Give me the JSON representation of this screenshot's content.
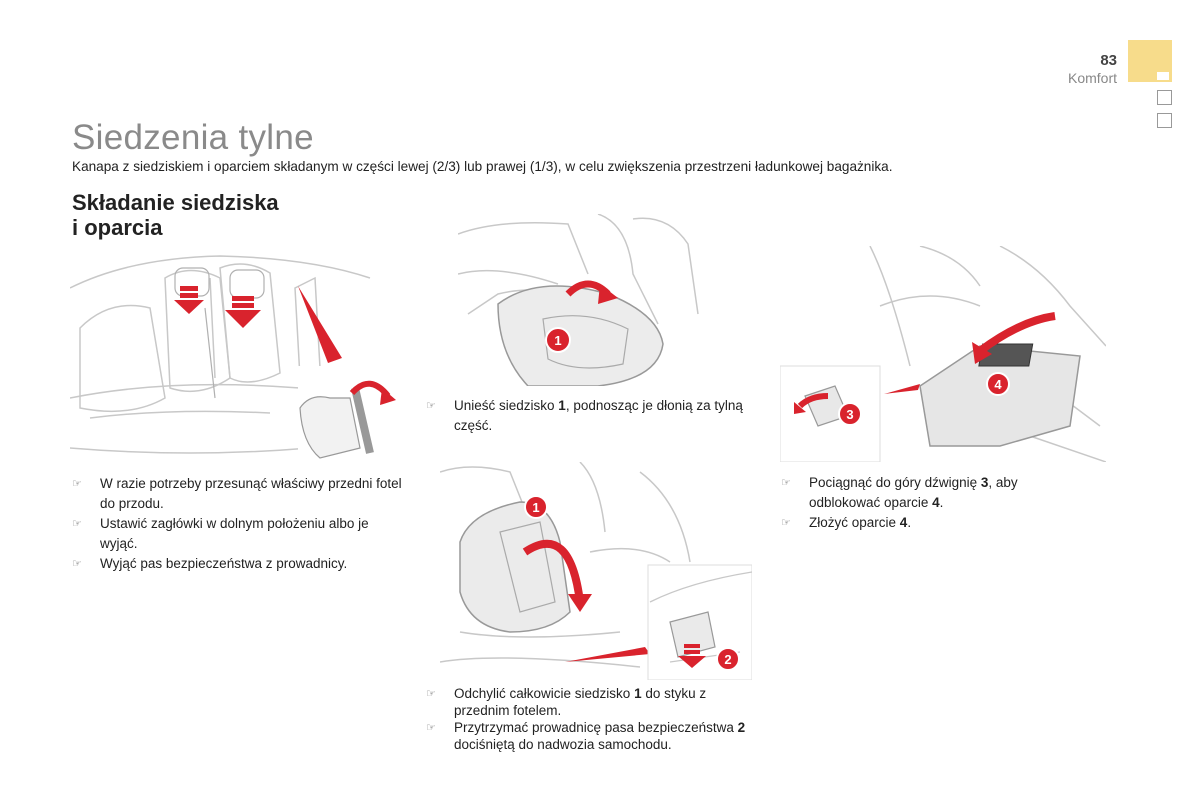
{
  "header": {
    "page_number": "83",
    "section": "Komfort"
  },
  "colors": {
    "tab_accent": "#f7dc8b",
    "title_gray": "#8a8a8a",
    "arrow_red": "#d9232d"
  },
  "title": "Siedzenia tylne",
  "intro": "Kanapa z siedziskiem i oparciem składanym w części lewej (2/3) lub prawej (1/3), w celu zwiększenia przestrzeni ładunkowej bagażnika.",
  "subtitle": {
    "line1": "Składanie siedziska",
    "line2": "i oparcia"
  },
  "bullet_icon": "pointing-hand-icon",
  "bullet_glyph": "☞",
  "left_steps": [
    "W razie potrzeby przesunąć właściwy przedni fotel do przodu.",
    "Ustawić zagłówki w dolnym położeniu albo je wyjąć.",
    "Wyjąć pas bezpieczeństwa z prowadnicy."
  ],
  "middle_top_step": {
    "before": "Unieść siedzisko ",
    "bold": "1",
    "after": ", podnosząc je dłonią za tylną część."
  },
  "middle_bottom_steps": [
    {
      "before": "Odchylić całkowicie siedzisko ",
      "bold": "1",
      "after": " do styku z przednim fotelem."
    },
    {
      "before": "Przytrzymać prowadnicę pasa bezpieczeństwa ",
      "bold": "2",
      "after": " dociśniętą do nadwozia samochodu."
    }
  ],
  "right_steps": [
    {
      "before": "Pociągnąć do góry dźwignię ",
      "bold": "3",
      "after": ", aby odblokować oparcie ",
      "bold2": "4",
      "after2": "."
    },
    {
      "before": "Złożyć oparcie ",
      "bold": "4",
      "after": "."
    }
  ],
  "callouts": {
    "seat_lift": "1",
    "seat_tilt": "1",
    "belt_guide": "2",
    "lever": "3",
    "backrest": "4"
  }
}
